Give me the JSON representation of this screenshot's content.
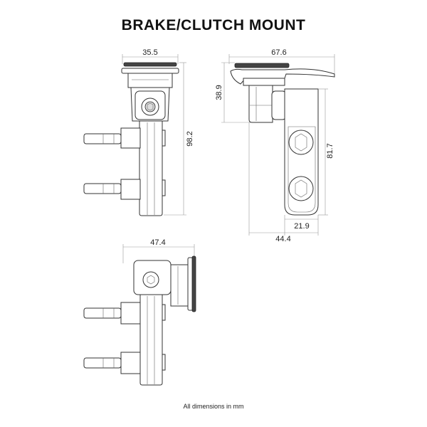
{
  "title": "BRAKE/CLUTCH MOUNT",
  "footer": "All dimensions in mm",
  "views": {
    "front": {
      "width": "35.5",
      "height": "98.2"
    },
    "side": {
      "width": "67.6",
      "head_height": "38.9",
      "arm_height": "81.7",
      "arm_width": "21.9",
      "depth": "44.4"
    },
    "rotated": {
      "width": "47.4"
    }
  }
}
